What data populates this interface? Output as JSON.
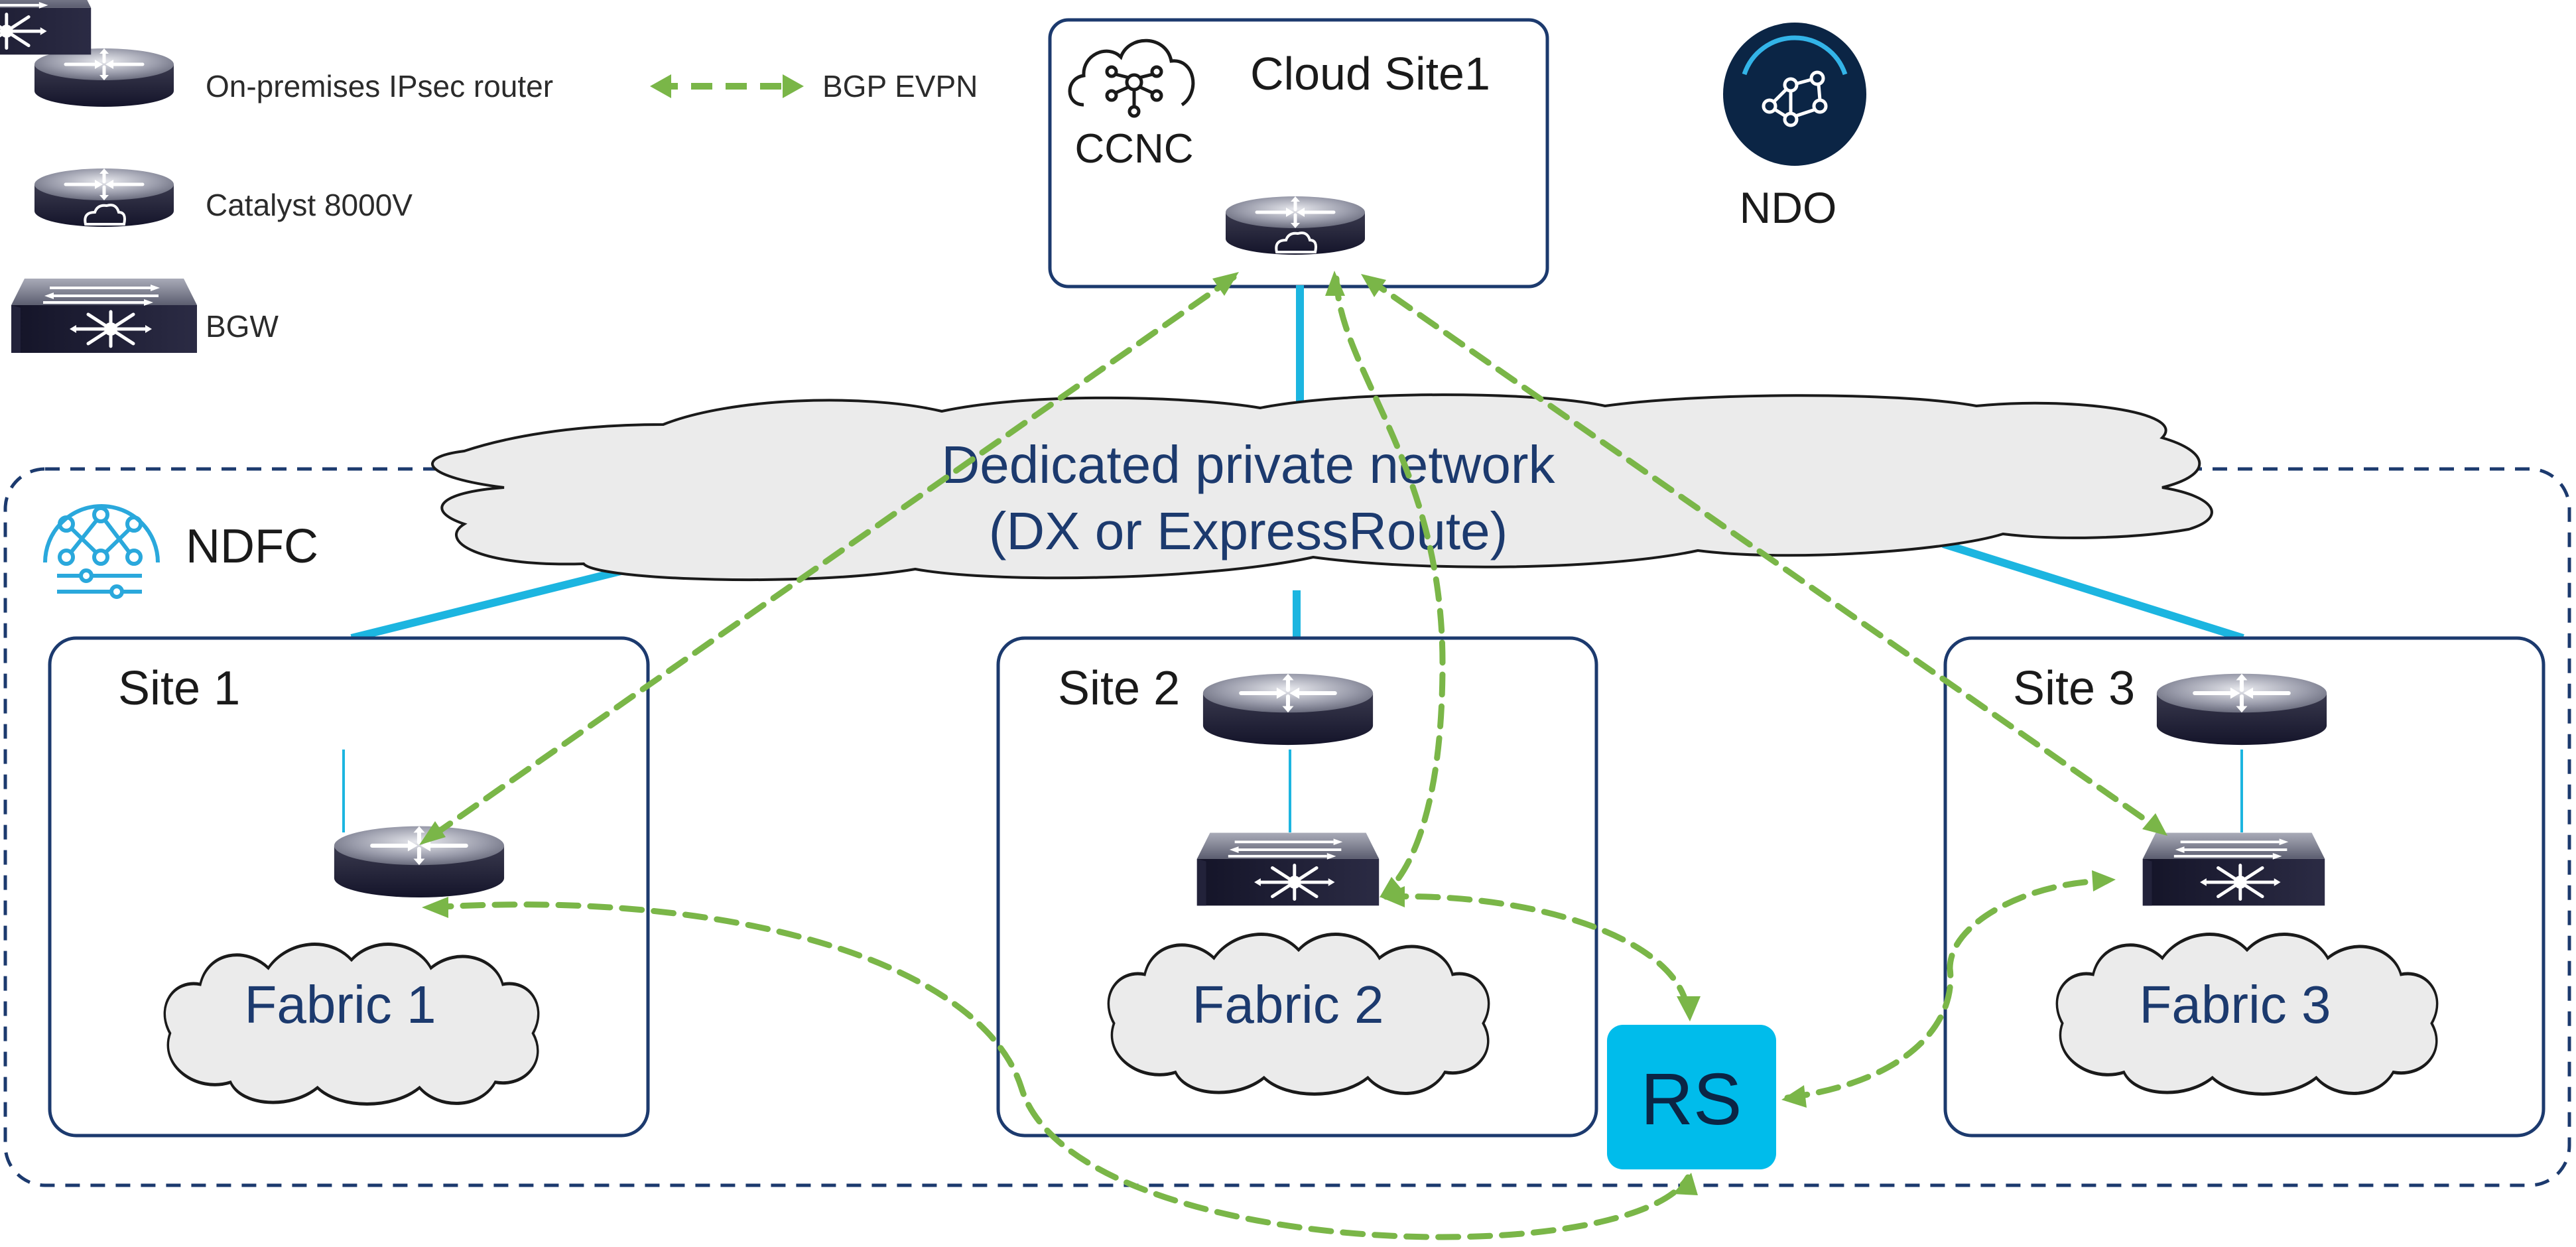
{
  "legend": {
    "items": [
      {
        "icon": "router-icon",
        "label": "On-premises IPsec router"
      },
      {
        "icon": "catalyst-router-icon",
        "label": "Catalyst 8000V"
      },
      {
        "icon": "bgw-switch-icon",
        "label": "BGW"
      }
    ],
    "bgp_label": "BGP EVPN"
  },
  "cloud_site": {
    "title": "Cloud Site1",
    "ccnc_label": "CCNC"
  },
  "ndo": {
    "label": "NDO"
  },
  "ndfc": {
    "label": "NDFC"
  },
  "network": {
    "line1": "Dedicated private network",
    "line2": "(DX or ExpressRoute)"
  },
  "sites": [
    {
      "label": "Site 1",
      "fabric": "Fabric 1"
    },
    {
      "label": "Site 2",
      "fabric": "Fabric 2"
    },
    {
      "label": "Site 3",
      "fabric": "Fabric 3"
    }
  ],
  "rs": {
    "label": "RS"
  },
  "colors": {
    "navy": "#1c3a6e",
    "text": "#2b2b2b",
    "cyan_link": "#1cb5e0",
    "bgp_green": "#7ab648",
    "rs_fill": "#00bceb",
    "cloud_fill": "#ebebeb",
    "ndo_circle": "#0b2545"
  }
}
